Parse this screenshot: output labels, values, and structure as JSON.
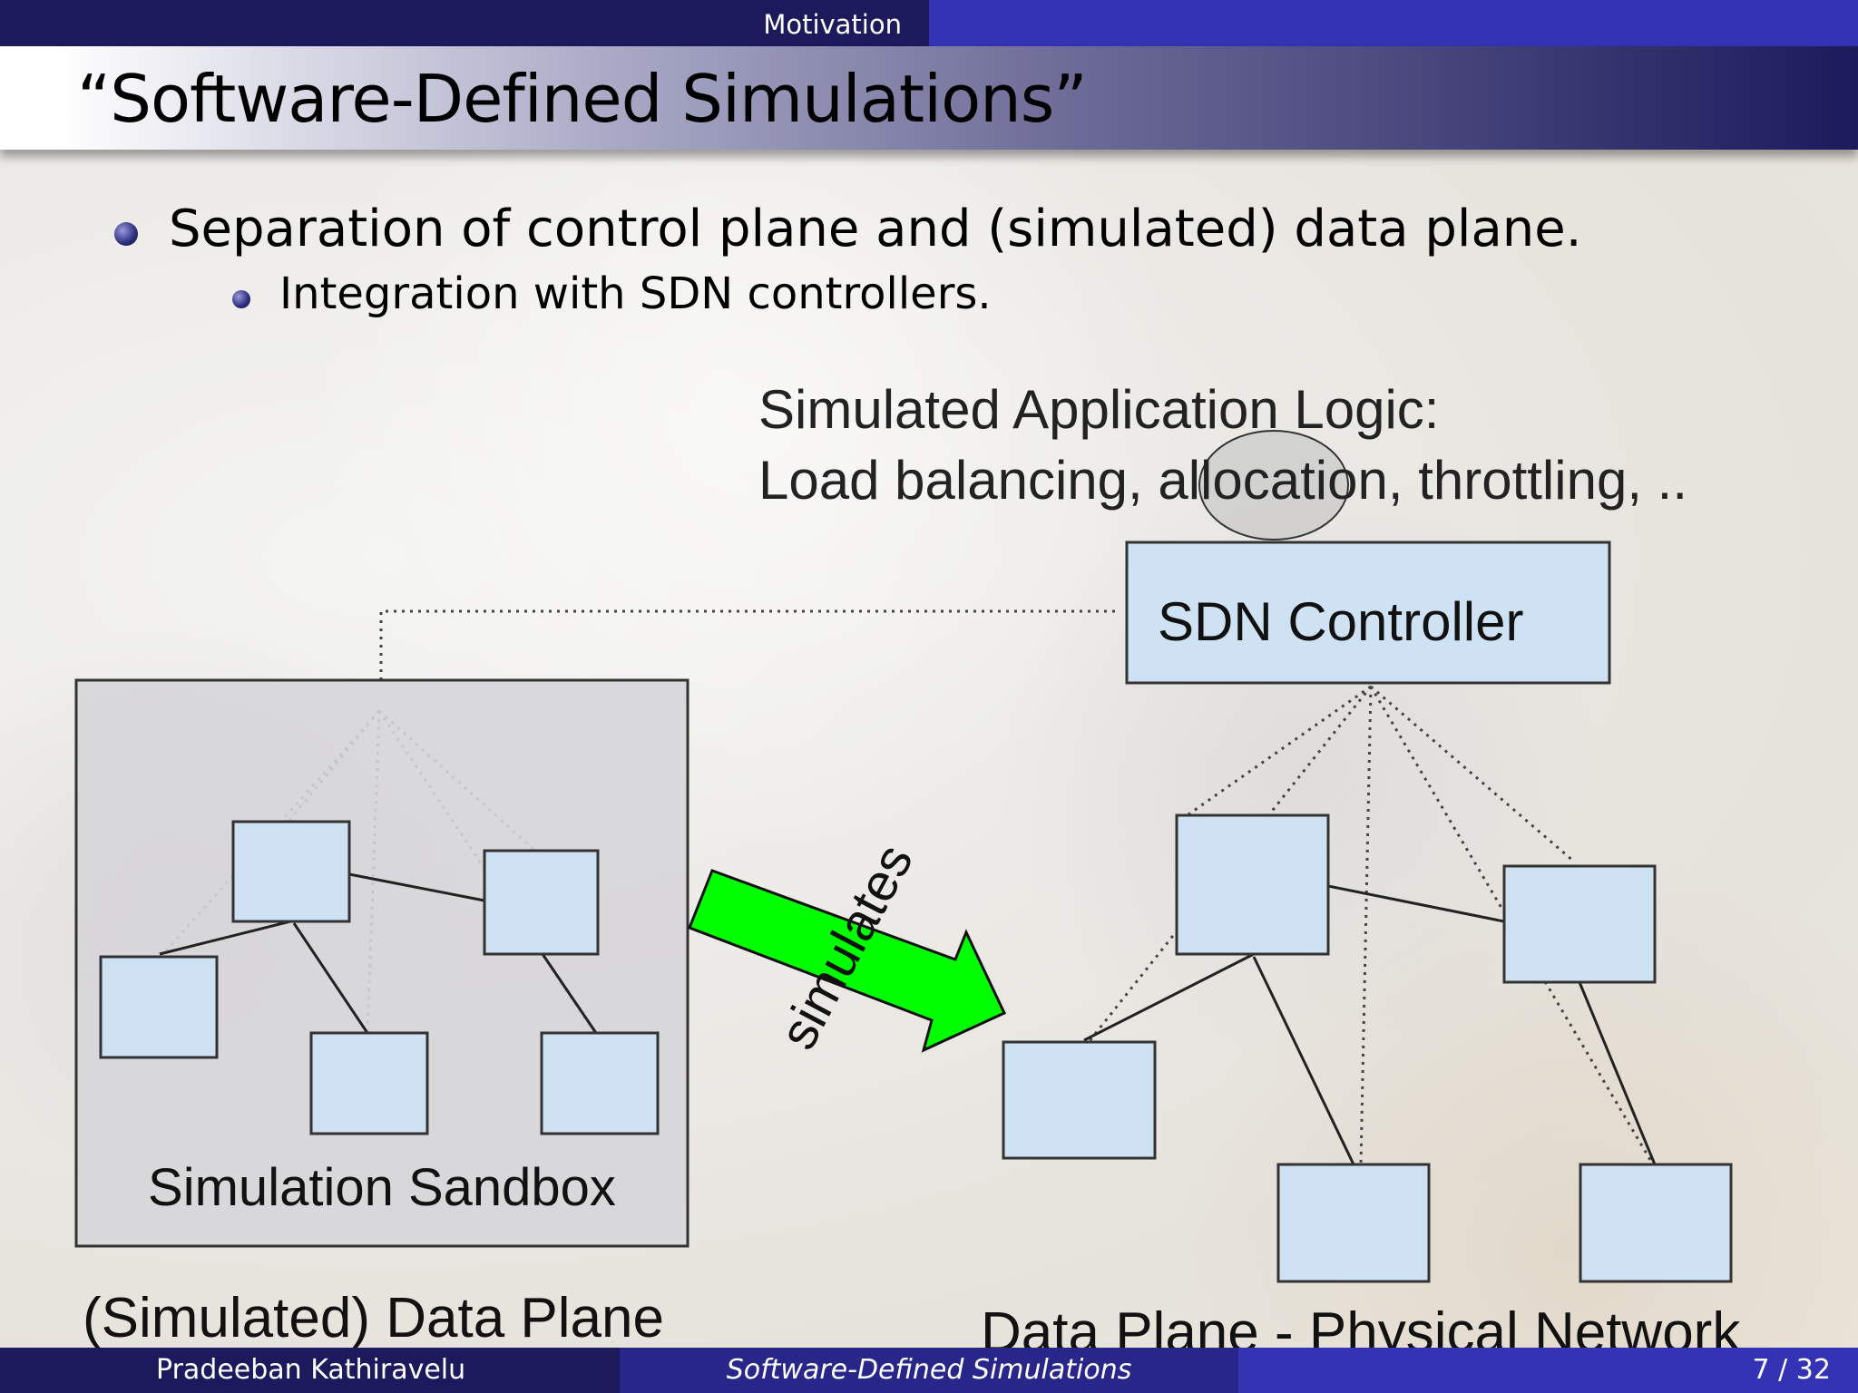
{
  "header": {
    "section": "Motivation",
    "title": "“Software-Defined Simulations”"
  },
  "bullets": [
    {
      "text": "Separation of control plane and (simulated) data plane.",
      "sub": [
        {
          "text": "Integration with SDN controllers."
        }
      ]
    }
  ],
  "diagram": {
    "app_logic_line1": "Simulated Application Logic:",
    "app_logic_line2": "Load balancing, allocation, throttling, ..",
    "controller_label": "SDN Controller",
    "sandbox_label": "Simulation Sandbox",
    "arrow_label": "simulates",
    "left_caption": "(Simulated) Data Plane",
    "right_caption": "Data Plane - Physical Network",
    "colors": {
      "node_fill": "#cfe2f3",
      "arrow_fill": "#00ff00",
      "sandbox_fill": "#dcdbdd"
    }
  },
  "footer": {
    "author": "Pradeeban Kathiravelu",
    "title": "Software-Defined Simulations",
    "page": "7 / 32"
  }
}
